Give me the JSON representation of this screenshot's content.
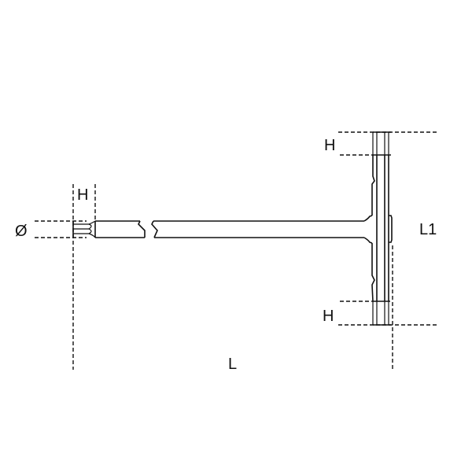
{
  "diagram": {
    "subject": "T-handle hex key wrench technical drawing",
    "colors": {
      "line": "#111111",
      "background": "#ffffff"
    },
    "labels": {
      "tip_hex_length": "H",
      "diameter": "Ø",
      "handle_top_hex_length": "H",
      "handle_bottom_hex_length": "H",
      "handle_length": "L1",
      "overall_length": "L"
    }
  }
}
